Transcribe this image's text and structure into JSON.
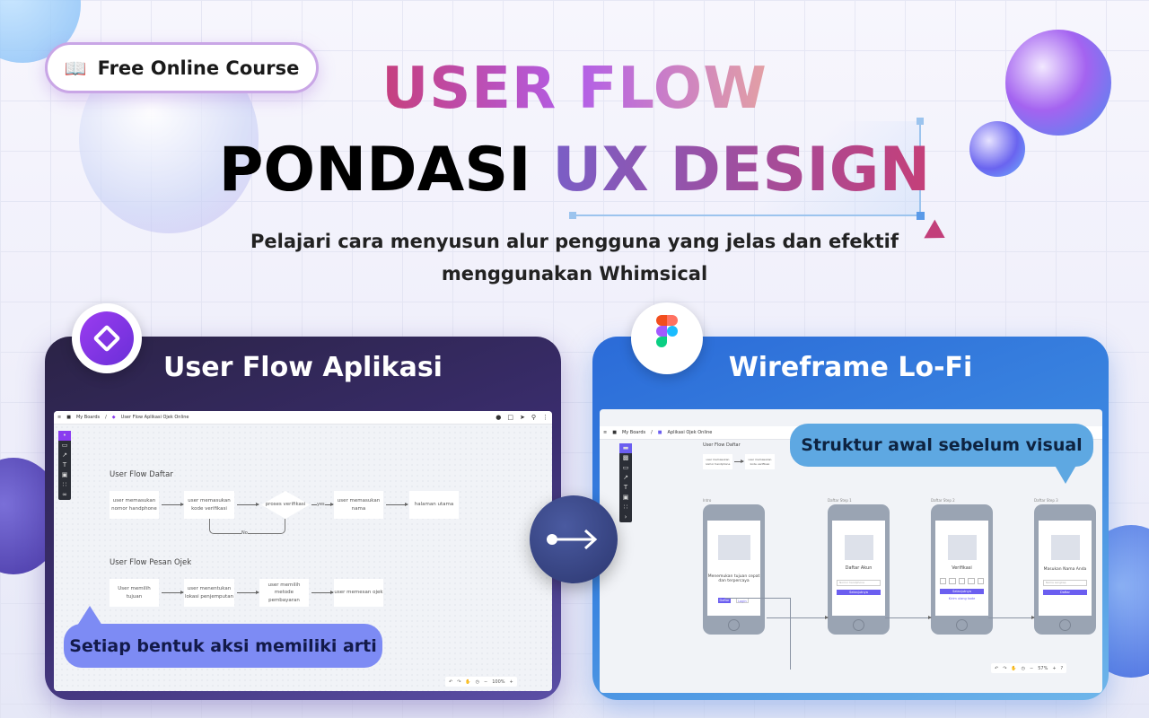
{
  "badge": {
    "label": "Free Online Course",
    "icon": "book-icon"
  },
  "headline": {
    "line1": "USER FLOW",
    "line2_black": "PONDASI",
    "line2_gradient": "UX DESIGN"
  },
  "subtitle": {
    "line1": "Pelajari cara menyusun alur pengguna yang jelas dan efektif",
    "line2": "menggunakan Whimsical"
  },
  "colors": {
    "title_gradient": [
      "#c63f7d",
      "#b25ee8",
      "#e3a0a4"
    ],
    "ux_gradient": [
      "#7a5ec6",
      "#c53f78"
    ],
    "left_card": "#3a2d6e",
    "right_card": "#3b86e0",
    "connector": "#33407c",
    "accent": "#6b5ef0"
  },
  "left_card": {
    "title": "User Flow Aplikasi",
    "logo": "whimsical-logo",
    "breadcrumb": {
      "root": "My Boards",
      "board": "User Flow Aplikasi Ojek Online"
    },
    "flow1": {
      "title": "User Flow Daftar",
      "steps": [
        "user memasukan nomor handphone",
        "user memasukan kode verifikasi",
        "proses verifikasi",
        "user memasukan nama",
        "halaman utama"
      ],
      "yes": "yes",
      "no": "No"
    },
    "flow2": {
      "title": "User Flow Pesan Ojek",
      "steps": [
        "User memilih tujuan",
        "user menentukan lokasi penjemputan",
        "user memilih metode pembayaran",
        "user memesan ojek"
      ]
    },
    "zoom": "100%",
    "callout": "Setiap bentuk aksi memiliki arti"
  },
  "right_card": {
    "title": "Wireframe Lo-Fi",
    "logo": "figma-logo",
    "breadcrumb": {
      "root": "My Boards",
      "board": "Aplikasi Ojek Online"
    },
    "flow_title": "User Flow Daftar",
    "mini_steps": [
      "user memasukan nomor handphone",
      "user memasukan kode verifikasi"
    ],
    "screens": [
      {
        "label": "Intro",
        "text": "Menemukan tujuan cepat dan terpercaya",
        "buttons": [
          "Daftar",
          "Login"
        ]
      },
      {
        "label": "Daftar Step 1",
        "heading": "Daftar Akun",
        "input": "Nomor handphone",
        "button": "Selanjutnya"
      },
      {
        "label": "Daftar Step 2",
        "heading": "Verifikasi",
        "button": "Selanjutnya",
        "link": "Kirim ulang kode"
      },
      {
        "label": "Daftar Step 3",
        "heading": "Masukan Nama Anda",
        "input": "Nama Lengkap",
        "button": "Daftar"
      }
    ],
    "zoom": "57%",
    "callout": "Struktur awal sebelum visual"
  }
}
